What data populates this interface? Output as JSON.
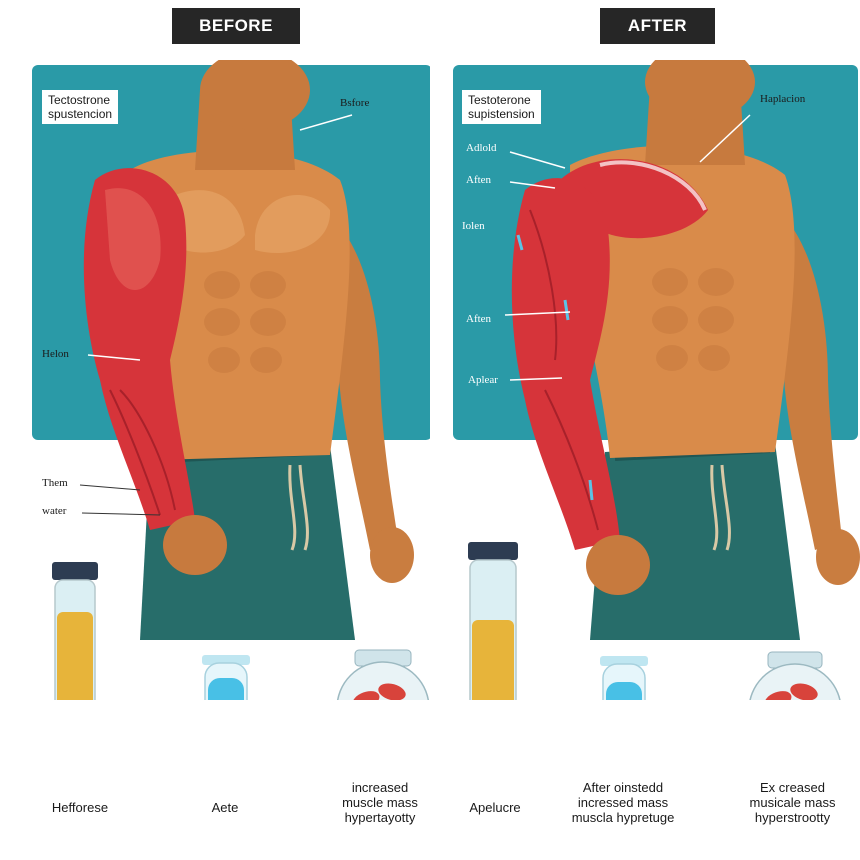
{
  "panels": {
    "before": {
      "title": "BEFORE",
      "box_label_line1": "Tectostrone",
      "box_label_line2": "spustencion",
      "tag_top": "Bsfore",
      "arm_labels": [
        "Helon",
        "Them",
        "water"
      ],
      "captions": {
        "vial": "Hefforese",
        "tube": "Aete",
        "jar_line1": "increased",
        "jar_line2": "muscle mass",
        "jar_line3": "hypertayotty"
      }
    },
    "after": {
      "title": "AFTER",
      "box_label_line1": "Testoterone",
      "box_label_line2": "supistension",
      "tag_top": "Haplacion",
      "arm_labels": [
        "Adlold",
        "Aften",
        "Iolen",
        "Aften",
        "Aplear"
      ],
      "captions": {
        "vial": "Apelucre",
        "tube_line1": "After oinstedd",
        "tube_line2": "incressed mass",
        "tube_line3": "muscla hypretuge",
        "jar_line1": "Ex creased",
        "jar_line2": "musicale mass",
        "jar_line3": "hyperstrootty"
      }
    }
  },
  "colors": {
    "teal": "#2a9aa7",
    "skin": "#d98b4a",
    "muscle": "#d6343a",
    "shorts": "#276d6a",
    "liquid_amber": "#e7b43a",
    "liquid_blue": "#48c0e6"
  }
}
